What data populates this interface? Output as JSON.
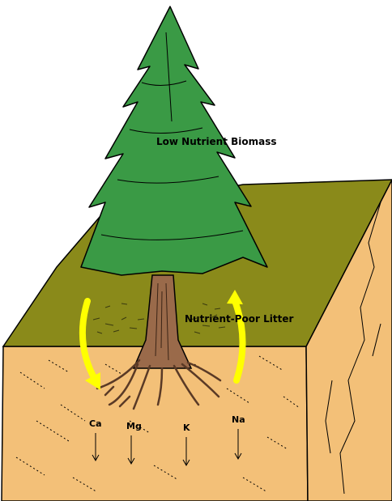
{
  "labels": {
    "biomass": "Low Nutrient Biomass",
    "litter": "Nutrient-Poor Litter"
  },
  "nutrients": [
    "Ca",
    "Mg",
    "K",
    "Na"
  ],
  "colors": {
    "tree": "#3a9a45",
    "litter": "#8a8a1a",
    "soil": "#f3c078",
    "trunk": "#9a6a4a",
    "cycle_arrow": "#ffff00"
  },
  "icons": {
    "tree": "conifer-tree-icon",
    "cycle": "curved-arrow-icon",
    "leach": "down-arrow-icon"
  }
}
